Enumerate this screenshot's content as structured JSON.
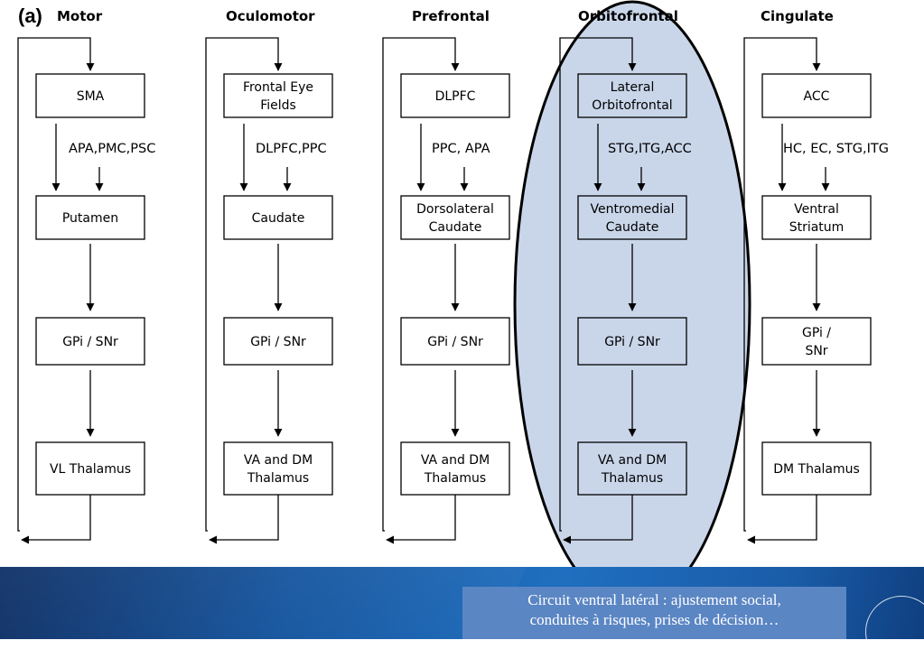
{
  "panel_label": "(a)",
  "columns": [
    {
      "title": "Motor",
      "cortex": [
        "SMA"
      ],
      "inputs": "APA,PMC,PSC",
      "striatum": [
        "Putamen"
      ],
      "pallidum": [
        "GPi / SNr"
      ],
      "thalamus": [
        "VL Thalamus"
      ]
    },
    {
      "title": "Oculomotor",
      "cortex": [
        "Frontal Eye",
        "Fields"
      ],
      "inputs": "DLPFC,PPC",
      "striatum": [
        "Caudate"
      ],
      "pallidum": [
        "GPi / SNr"
      ],
      "thalamus": [
        "VA and DM",
        "Thalamus"
      ]
    },
    {
      "title": "Prefrontal",
      "cortex": [
        "DLPFC"
      ],
      "inputs": "PPC, APA",
      "striatum": [
        "Dorsolateral",
        "Caudate"
      ],
      "pallidum": [
        "GPi / SNr"
      ],
      "thalamus": [
        "VA and DM",
        "Thalamus"
      ]
    },
    {
      "title": "Orbitofrontal",
      "cortex": [
        "Lateral",
        "Orbitofrontal"
      ],
      "inputs": "STG,ITG,ACC",
      "striatum": [
        "Ventromedial",
        "Caudate"
      ],
      "pallidum": [
        "GPi / SNr"
      ],
      "thalamus": [
        "VA and DM",
        "Thalamus"
      ]
    },
    {
      "title": "Cingulate",
      "cortex": [
        "ACC"
      ],
      "inputs": "HC, EC, STG,ITG",
      "striatum": [
        "Ventral",
        "Striatum"
      ],
      "pallidum": [
        "GPi /",
        "SNr"
      ],
      "thalamus": [
        "DM Thalamus"
      ]
    }
  ],
  "highlight_column": 3,
  "colors": {
    "highlight_fill": "#c9d6ea",
    "footer_blue": "#14539c",
    "caption_bg": "#5b86c4"
  },
  "caption": [
    "Circuit ventral latéral : ajustement social,",
    "conduites à risques, prises de décision…"
  ]
}
